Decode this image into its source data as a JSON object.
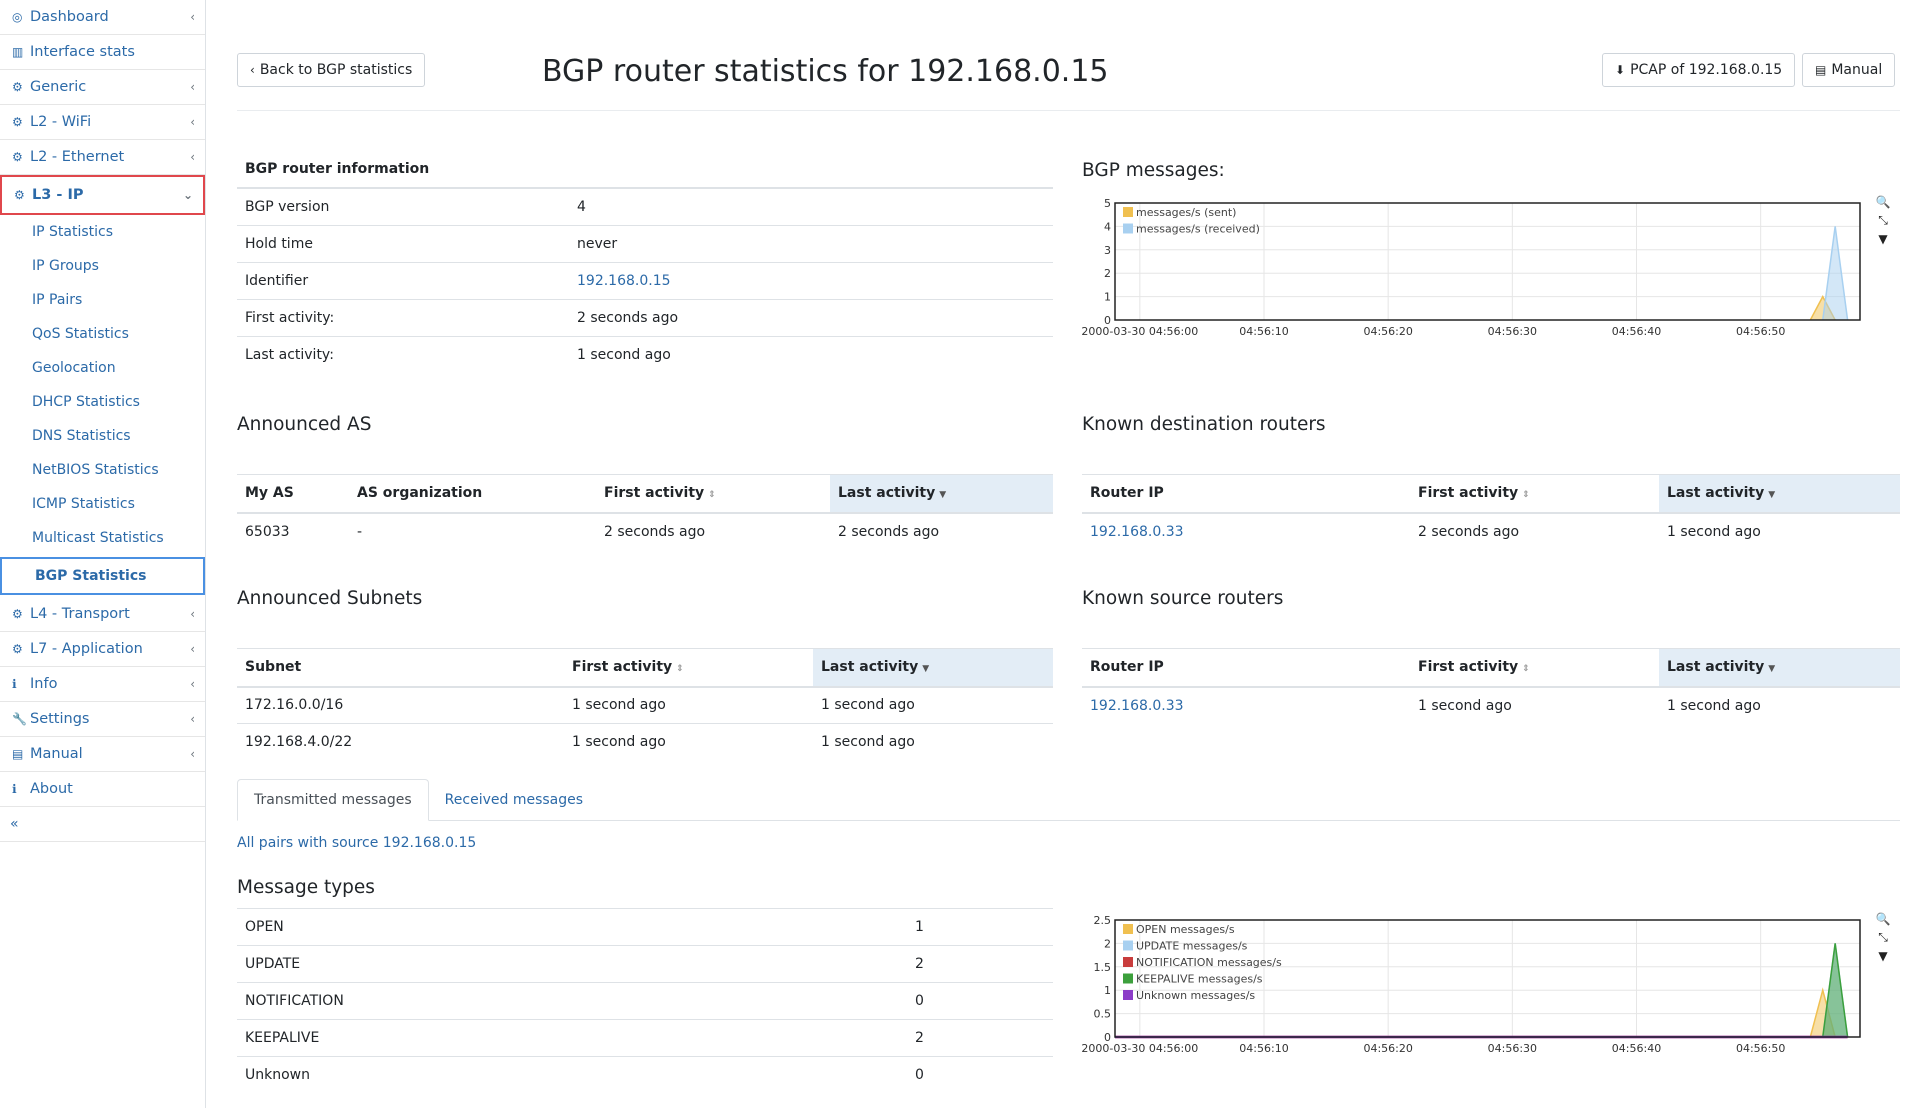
{
  "sidebar": {
    "items": [
      {
        "label": "Dashboard",
        "icon": "dashboard-icon",
        "glyph": "◎",
        "chevron": "‹"
      },
      {
        "label": "Interface stats",
        "icon": "bar-chart-icon",
        "glyph": "▥",
        "chevron": ""
      },
      {
        "label": "Generic",
        "icon": "gear-icon",
        "glyph": "⚙",
        "chevron": "‹"
      },
      {
        "label": "L2 - WiFi",
        "icon": "gear-icon",
        "glyph": "⚙",
        "chevron": "‹"
      },
      {
        "label": "L2 - Ethernet",
        "icon": "gear-icon",
        "glyph": "⚙",
        "chevron": "‹"
      },
      {
        "label": "L3 - IP",
        "icon": "gear-icon",
        "glyph": "⚙",
        "chevron": "⌄"
      }
    ],
    "sub_items": [
      "IP Statistics",
      "IP Groups",
      "IP Pairs",
      "QoS Statistics",
      "Geolocation",
      "DHCP Statistics",
      "DNS Statistics",
      "NetBIOS Statistics",
      "ICMP Statistics",
      "Multicast Statistics",
      "BGP Statistics"
    ],
    "items_after": [
      {
        "label": "L4 - Transport",
        "icon": "gear-icon",
        "glyph": "⚙",
        "chevron": "‹"
      },
      {
        "label": "L7 - Application",
        "icon": "gear-icon",
        "glyph": "⚙",
        "chevron": "‹"
      },
      {
        "label": "Info",
        "icon": "info-icon",
        "glyph": "ℹ",
        "chevron": "‹"
      },
      {
        "label": "Settings",
        "icon": "wrench-icon",
        "glyph": "🔧",
        "chevron": "‹"
      },
      {
        "label": "Manual",
        "icon": "book-icon",
        "glyph": "▤",
        "chevron": "‹"
      },
      {
        "label": "About",
        "icon": "info-circle-icon",
        "glyph": "ℹ",
        "chevron": ""
      }
    ],
    "collapse": "«"
  },
  "header": {
    "back_label": "Back to BGP statistics",
    "title": "BGP router statistics for 192.168.0.15",
    "pcap_label": "PCAP of 192.168.0.15",
    "manual_label": "Manual"
  },
  "router_info": {
    "title": "BGP router information",
    "rows": [
      {
        "k": "BGP version",
        "v": "4",
        "link": false
      },
      {
        "k": "Hold time",
        "v": "never",
        "link": false
      },
      {
        "k": "Identifier",
        "v": "192.168.0.15",
        "link": true
      },
      {
        "k": "First activity:",
        "v": "2 seconds ago",
        "link": false
      },
      {
        "k": "Last activity:",
        "v": "1 second ago",
        "link": false
      }
    ]
  },
  "bgp_messages": {
    "title": "BGP messages:"
  },
  "announced_as": {
    "title": "Announced AS",
    "headers": [
      "My AS",
      "AS organization",
      "First activity",
      "Last activity"
    ],
    "rows": [
      [
        "65033",
        "-",
        "2 seconds ago",
        "2 seconds ago"
      ]
    ]
  },
  "dest_routers": {
    "title": "Known destination routers",
    "headers": [
      "Router IP",
      "First activity",
      "Last activity"
    ],
    "rows": [
      [
        "192.168.0.33",
        "2 seconds ago",
        "1 second ago"
      ]
    ]
  },
  "announced_subnets": {
    "title": "Announced Subnets",
    "headers": [
      "Subnet",
      "First activity",
      "Last activity"
    ],
    "rows": [
      [
        "172.16.0.0/16",
        "1 second ago",
        "1 second ago"
      ],
      [
        "192.168.4.0/22",
        "1 second ago",
        "1 second ago"
      ]
    ]
  },
  "source_routers": {
    "title": "Known source routers",
    "headers": [
      "Router IP",
      "First activity",
      "Last activity"
    ],
    "rows": [
      [
        "192.168.0.33",
        "1 second ago",
        "1 second ago"
      ]
    ]
  },
  "tabs": [
    "Transmitted messages",
    "Received messages"
  ],
  "pairs_link": "All pairs with source 192.168.0.15",
  "message_types": {
    "title": "Message types",
    "rows": [
      [
        "OPEN",
        "1"
      ],
      [
        "UPDATE",
        "2"
      ],
      [
        "NOTIFICATION",
        "0"
      ],
      [
        "KEEPALIVE",
        "2"
      ],
      [
        "Unknown",
        "0"
      ]
    ]
  },
  "chart_data": [
    {
      "type": "area",
      "x": [
        "2000-03-30 04:56:00",
        "04:56:10",
        "04:56:20",
        "04:56:30",
        "04:56:40",
        "04:56:50"
      ],
      "ylim": [
        0,
        5
      ],
      "yticks": [
        "0",
        "1",
        "2",
        "3",
        "4",
        "5"
      ],
      "legend_position": "top-left",
      "grid": true,
      "series": [
        {
          "name": "messages/s (sent)",
          "color": "#f0c050",
          "x": [
            56,
            57,
            58
          ],
          "values": [
            0,
            1,
            0
          ]
        },
        {
          "name": "messages/s (received)",
          "color": "#a8d0f0",
          "x": [
            57,
            58,
            59
          ],
          "values": [
            0,
            4,
            0
          ]
        }
      ],
      "xlim": [
        0,
        60
      ]
    },
    {
      "type": "area",
      "x": [
        "2000-03-30 04:56:00",
        "04:56:10",
        "04:56:20",
        "04:56:30",
        "04:56:40",
        "04:56:50"
      ],
      "ylim": [
        0,
        2.5
      ],
      "yticks": [
        "0",
        "0.5",
        "1",
        "1.5",
        "2",
        "2.5"
      ],
      "legend_position": "top-left",
      "grid": true,
      "series": [
        {
          "name": "OPEN messages/s",
          "color": "#f0c050",
          "x": [
            56,
            57,
            58
          ],
          "values": [
            0,
            1,
            0
          ]
        },
        {
          "name": "UPDATE messages/s",
          "color": "#a8d0f0",
          "x": [
            57,
            58,
            59
          ],
          "values": [
            0,
            2,
            0
          ]
        },
        {
          "name": "NOTIFICATION messages/s",
          "color": "#c83c3c",
          "x": [
            0,
            59
          ],
          "values": [
            0,
            0
          ]
        },
        {
          "name": "KEEPALIVE messages/s",
          "color": "#3ca03c",
          "x": [
            57,
            58,
            59
          ],
          "values": [
            0,
            2,
            0
          ]
        },
        {
          "name": "Unknown messages/s",
          "color": "#8c3cc8",
          "x": [
            0,
            59
          ],
          "values": [
            0,
            0
          ]
        }
      ],
      "xlim": [
        0,
        60
      ]
    }
  ]
}
